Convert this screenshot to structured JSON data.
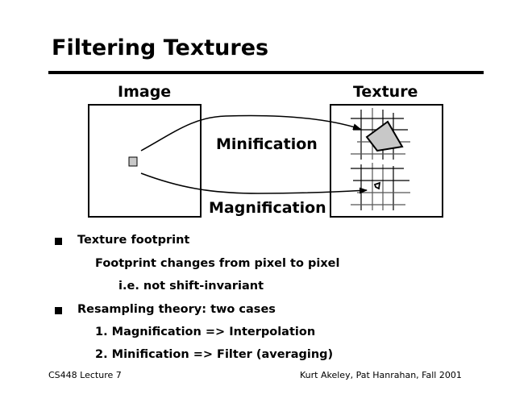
{
  "title": "Filtering Textures",
  "diagram": {
    "image_label": "Image",
    "texture_label": "Texture",
    "minification_label": "Minification",
    "magnification_label": "Magnification"
  },
  "bullets": [
    {
      "text": "Texture footprint",
      "sub": [
        "Footprint changes from pixel to pixel",
        "i.e. not shift-invariant"
      ]
    },
    {
      "text": "Resampling theory: two cases",
      "sub": [
        "1. Magnification => Interpolation",
        "2.  Minification => Filter (averaging)"
      ]
    }
  ],
  "footer": {
    "left": "CS448 Lecture 7",
    "right": "Kurt Akeley, Pat Hanrahan, Fall 2001"
  }
}
